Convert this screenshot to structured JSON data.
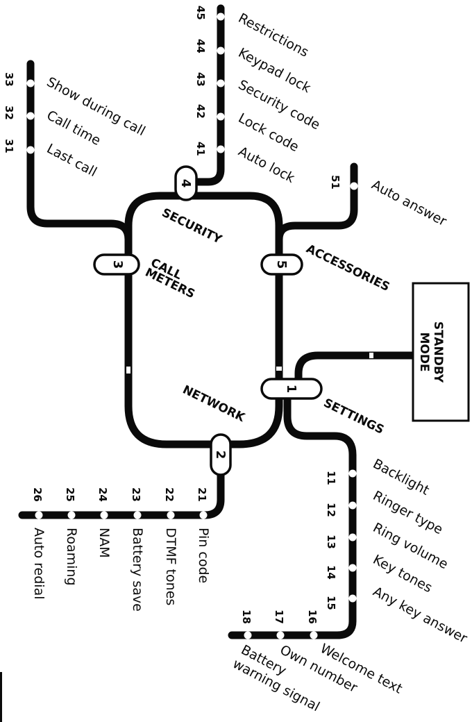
{
  "standby": {
    "line1": "STANDBY",
    "line2": "MODE"
  },
  "hubs": {
    "settings": {
      "num": "1",
      "label": "SETTINGS"
    },
    "network": {
      "num": "2",
      "label": "NETWORK"
    },
    "call_meters": {
      "num": "3",
      "label1": "CALL",
      "label2": "METERS"
    },
    "security": {
      "num": "4",
      "label": "SECURITY"
    },
    "accessories": {
      "num": "5",
      "label": "ACCESSORIES"
    }
  },
  "branches": {
    "security": [
      {
        "num": "41",
        "label": "Auto lock"
      },
      {
        "num": "42",
        "label": "Lock code"
      },
      {
        "num": "43",
        "label": "Security code"
      },
      {
        "num": "44",
        "label": "Keypad lock"
      },
      {
        "num": "45",
        "label": "Restrictions"
      }
    ],
    "call_meters": [
      {
        "num": "31",
        "label": "Last call"
      },
      {
        "num": "32",
        "label": "Call time"
      },
      {
        "num": "33",
        "label": "Show during call"
      }
    ],
    "accessories": [
      {
        "num": "51",
        "label": "Auto answer"
      }
    ],
    "network": [
      {
        "num": "21",
        "label": "Pin code"
      },
      {
        "num": "22",
        "label": "DTMF tones"
      },
      {
        "num": "23",
        "label": "Battery save"
      },
      {
        "num": "24",
        "label": "NAM"
      },
      {
        "num": "25",
        "label": "Roaming"
      },
      {
        "num": "26",
        "label": "Auto redial"
      }
    ],
    "settings_right": [
      {
        "num": "11",
        "label": "Backlight"
      },
      {
        "num": "12",
        "label": "Ringer type"
      },
      {
        "num": "13",
        "label": "Ring volume"
      },
      {
        "num": "14",
        "label": "Key tones"
      },
      {
        "num": "15",
        "label": "Any key answer"
      }
    ],
    "settings_bottom": [
      {
        "num": "16",
        "label": "Welcome text"
      },
      {
        "num": "17",
        "label": "Own number"
      },
      {
        "num": "18",
        "label1": "Battery",
        "label2": "warning signal"
      }
    ]
  }
}
